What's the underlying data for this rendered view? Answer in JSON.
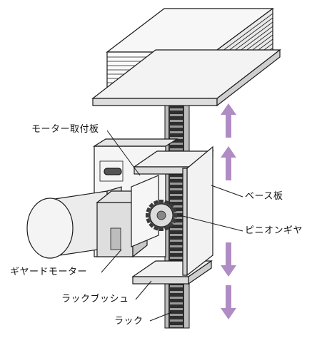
{
  "labels": {
    "motor_mount_plate": "モーター取付板",
    "base_plate": "ベース板",
    "pinion_gear": "ピニオンギヤ",
    "geared_motor": "ギヤードモーター",
    "rack_bush": "ラックブッシュ",
    "rack": "ラック"
  },
  "colors": {
    "arrow": "#b08cc4",
    "outline": "#1a1a1a",
    "plate_fill": "#f4f4f4",
    "rack_dark": "#2e2e2e",
    "motor_fill": "#ececec"
  },
  "arrows": [
    {
      "direction": "up",
      "name": "up-arrow-upper"
    },
    {
      "direction": "up",
      "name": "up-arrow-lower"
    },
    {
      "direction": "down",
      "name": "down-arrow-upper"
    },
    {
      "direction": "down",
      "name": "down-arrow-lower"
    }
  ]
}
